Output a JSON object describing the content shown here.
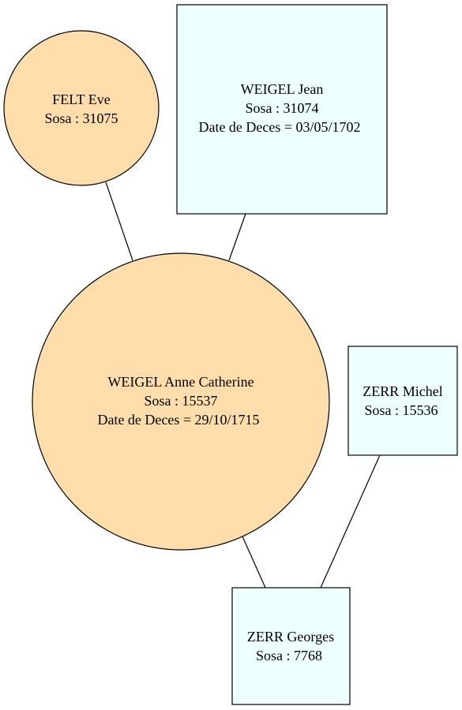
{
  "colors": {
    "female_fill": "#ffdeac",
    "male_fill": "#eeffff",
    "stroke": "#000000",
    "background": "#ffffff"
  },
  "nodes": {
    "felt_eve": {
      "shape": "circle",
      "name": "FELT Eve",
      "sosa": "Sosa : 31075"
    },
    "weigel_jean": {
      "shape": "box",
      "name": "WEIGEL Jean",
      "sosa": "Sosa : 31074",
      "death": "Date de Deces = 03/05/1702"
    },
    "weigel_anne_catherine": {
      "shape": "circle",
      "name": "WEIGEL Anne Catherine",
      "sosa": "Sosa : 15537",
      "death": "Date de Deces = 29/10/1715"
    },
    "zerr_michel": {
      "shape": "box",
      "name": "ZERR Michel",
      "sosa": "Sosa : 15536"
    },
    "zerr_georges": {
      "shape": "box",
      "name": "ZERR Georges",
      "sosa": "Sosa : 7768"
    }
  },
  "edges": [
    {
      "from": "felt_eve",
      "to": "weigel_anne_catherine"
    },
    {
      "from": "weigel_jean",
      "to": "weigel_anne_catherine"
    },
    {
      "from": "weigel_anne_catherine",
      "to": "zerr_georges"
    },
    {
      "from": "zerr_michel",
      "to": "zerr_georges"
    }
  ]
}
